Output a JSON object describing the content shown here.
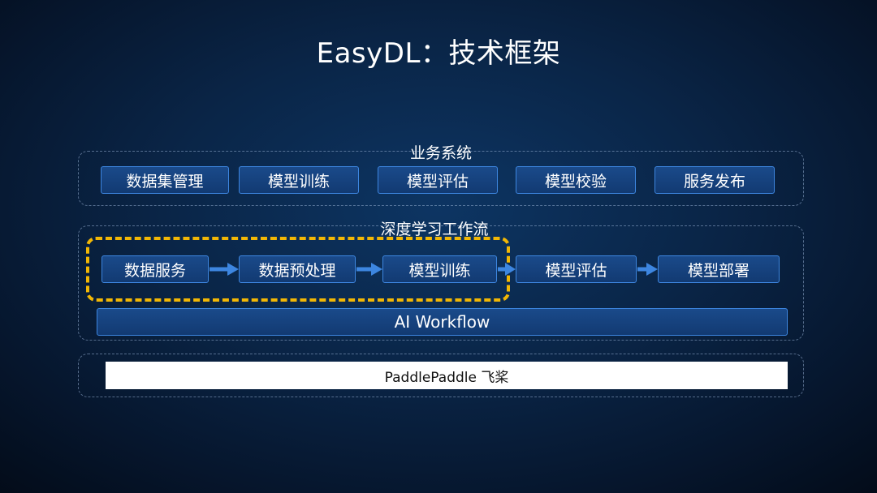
{
  "title": "EasyDL：技术框架",
  "business": {
    "label": "业务系统",
    "items": [
      "数据集管理",
      "模型训练",
      "模型评估",
      "模型校验",
      "服务发布"
    ]
  },
  "workflow": {
    "label": "深度学习工作流",
    "steps": [
      "数据服务",
      "数据预处理",
      "模型训练",
      "模型评估",
      "模型部署"
    ],
    "bar_label": "AI Workflow"
  },
  "foundation": {
    "label": "PaddlePaddle 飞桨"
  },
  "colors": {
    "box_fill": "#1a4a8a",
    "box_border": "#3d86e0",
    "arrow": "#3d86e0",
    "highlight": "#f2b705",
    "background": "#0a2547"
  }
}
